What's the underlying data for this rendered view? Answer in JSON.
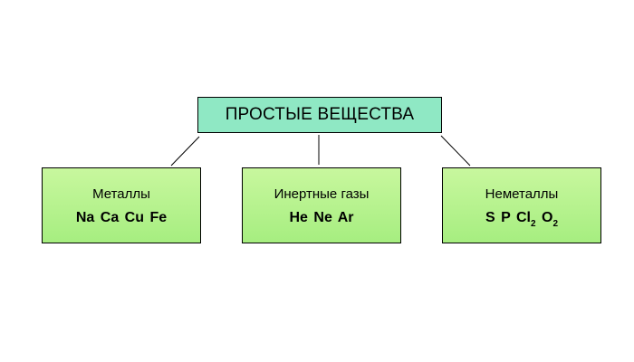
{
  "root": {
    "title": "ПРОСТЫЕ ВЕЩЕСТВА"
  },
  "categories": [
    {
      "label": "Металлы",
      "members": [
        "Na",
        "Ca",
        "Cu",
        "Fe"
      ]
    },
    {
      "label": "Инертные газы",
      "members": [
        "He",
        "Ne",
        "Ar"
      ]
    },
    {
      "label": "Неметаллы",
      "members": [
        {
          "symbol": "S"
        },
        {
          "symbol": "P"
        },
        {
          "symbol": "Cl",
          "sub": "2"
        },
        {
          "symbol": "O",
          "sub": "2"
        }
      ]
    }
  ],
  "colors": {
    "root_fill": "#8fe8c4",
    "child_fill_top": "#c8f79e",
    "child_fill_bottom": "#a6ee80",
    "border": "#000000"
  }
}
